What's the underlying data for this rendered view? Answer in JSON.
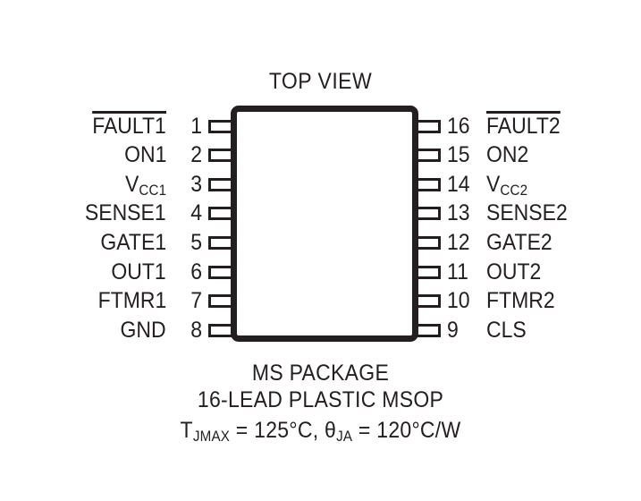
{
  "title": "TOP VIEW",
  "package": {
    "left_pins": [
      {
        "number": "1",
        "label": "FAULT1",
        "overline": true,
        "subscript": ""
      },
      {
        "number": "2",
        "label": "ON1",
        "overline": false,
        "subscript": ""
      },
      {
        "number": "3",
        "label": "V",
        "overline": false,
        "subscript": "CC1"
      },
      {
        "number": "4",
        "label": "SENSE1",
        "overline": false,
        "subscript": ""
      },
      {
        "number": "5",
        "label": "GATE1",
        "overline": false,
        "subscript": ""
      },
      {
        "number": "6",
        "label": "OUT1",
        "overline": false,
        "subscript": ""
      },
      {
        "number": "7",
        "label": "FTMR1",
        "overline": false,
        "subscript": ""
      },
      {
        "number": "8",
        "label": "GND",
        "overline": false,
        "subscript": ""
      }
    ],
    "right_pins": [
      {
        "number": "16",
        "label": "FAULT2",
        "overline": true,
        "subscript": ""
      },
      {
        "number": "15",
        "label": "ON2",
        "overline": false,
        "subscript": ""
      },
      {
        "number": "14",
        "label": "V",
        "overline": false,
        "subscript": "CC2"
      },
      {
        "number": "13",
        "label": "SENSE2",
        "overline": false,
        "subscript": ""
      },
      {
        "number": "12",
        "label": "GATE2",
        "overline": false,
        "subscript": ""
      },
      {
        "number": "11",
        "label": "OUT2",
        "overline": false,
        "subscript": ""
      },
      {
        "number": "10",
        "label": "FTMR2",
        "overline": false,
        "subscript": ""
      },
      {
        "number": "9",
        "label": "CLS",
        "overline": false,
        "subscript": ""
      }
    ]
  },
  "caption": {
    "package_name": "MS PACKAGE",
    "package_desc": "16-LEAD PLASTIC MSOP",
    "thermal": {
      "tj_symbol": "T",
      "tj_subscript": "JMAX",
      "tj_value": " = 125°C, ",
      "theta_symbol": "θ",
      "theta_subscript": "JA",
      "theta_value": " = 120°C/W"
    }
  },
  "colors": {
    "ink": "#231f20",
    "background": "#ffffff"
  }
}
